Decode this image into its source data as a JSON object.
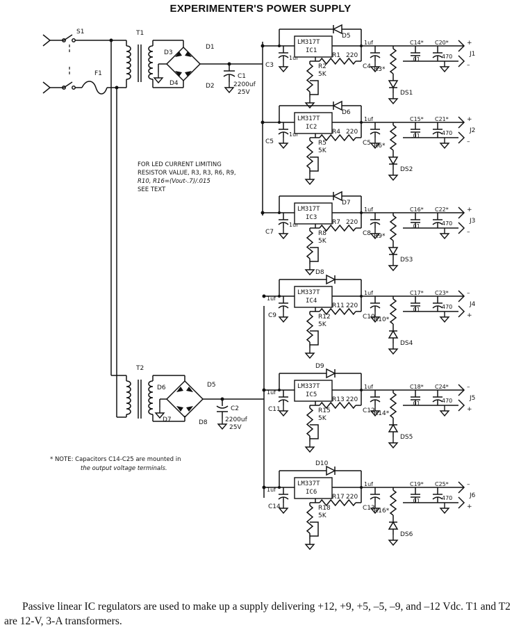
{
  "title": "EXPERIMENTER'S POWER SUPPLY",
  "caption": "Passive linear IC regulators are used to make up a supply delivering +12, +9, +5, –5, –9, and –12 Vdc. T1 and T2 are 12-V, 3-A transformers.",
  "input": {
    "switch": "S1",
    "fuse": "F1"
  },
  "positive_supply": {
    "transformer": "T1",
    "diodes": [
      "D1",
      "D2",
      "D3",
      "D4"
    ],
    "filter_cap": {
      "ref": "C1",
      "value": "2200uf",
      "voltage": "25V"
    }
  },
  "negative_supply": {
    "transformer": "T2",
    "diodes": [
      "D5",
      "D6",
      "D7",
      "D8"
    ],
    "filter_cap": {
      "ref": "C2",
      "value": "2200uf",
      "voltage": "25V"
    }
  },
  "note_led": [
    "FOR LED CURRENT LIMITING",
    "RESISTOR VALUE, R3, R3, R6, R9,",
    "R10, R16=(Vout-.7)/.015",
    "SEE TEXT"
  ],
  "note_caps": [
    "* NOTE: Capacitors C14-C25 are mounted in",
    "the output voltage terminals."
  ],
  "regulators": [
    {
      "part": "LM317T",
      "ref": "IC1",
      "diode": "D5",
      "cin": "C3",
      "cin_val": "1uf",
      "cout": "C4",
      "cout_val": "1uf",
      "r_set": "R1",
      "r_set_val": "220",
      "pot": "R2",
      "pot_val": "5K",
      "r_led": "R3*",
      "led": "DS1",
      "c_a": "C14*",
      "c_a_val": ".01",
      "c_b": "C20*",
      "c_b_val": "470",
      "jack": "J1",
      "top_sign": "+",
      "bot_sign": "–"
    },
    {
      "part": "LM317T",
      "ref": "IC2",
      "diode": "D6",
      "cin": "C5",
      "cin_val": "1uf",
      "cout": "C5",
      "cout_val": "1uf",
      "r_set": "R4",
      "r_set_val": "220",
      "pot": "R5",
      "pot_val": "5K",
      "r_led": "R6*",
      "led": "DS2",
      "c_a": "C15*",
      "c_a_val": ".01",
      "c_b": "C21*",
      "c_b_val": "470",
      "jack": "J2",
      "top_sign": "+",
      "bot_sign": "–"
    },
    {
      "part": "LM317T",
      "ref": "IC3",
      "diode": "D7",
      "cin": "C7",
      "cin_val": "1uf",
      "cout": "C8",
      "cout_val": "1uf",
      "r_set": "R7",
      "r_set_val": "220",
      "pot": "R8",
      "pot_val": "5K",
      "r_led": "R9*",
      "led": "DS3",
      "c_a": "C16*",
      "c_a_val": ".01",
      "c_b": "C22*",
      "c_b_val": "470",
      "jack": "J3",
      "top_sign": "+",
      "bot_sign": "–"
    },
    {
      "part": "LM337T",
      "ref": "IC4",
      "diode": "D8",
      "cin": "C9",
      "cin_val": "1uf",
      "cout": "C10",
      "cout_val": "1uf",
      "r_set": "R11",
      "r_set_val": "220",
      "pot": "R12",
      "pot_val": "5K",
      "r_led": "R10*",
      "led": "DS4",
      "c_a": "C17*",
      "c_a_val": ".01",
      "c_b": "C23*",
      "c_b_val": "470",
      "jack": "J4",
      "top_sign": "–",
      "bot_sign": "+"
    },
    {
      "part": "LM337T",
      "ref": "IC5",
      "diode": "D9",
      "cin": "C11",
      "cin_val": "1uf",
      "cout": "C12",
      "cout_val": "1uf",
      "r_set": "R13",
      "r_set_val": "220",
      "pot": "R15",
      "pot_val": "5K",
      "r_led": "R14*",
      "led": "DS5",
      "c_a": "C18*",
      "c_a_val": ".01",
      "c_b": "C24*",
      "c_b_val": "470",
      "jack": "J5",
      "top_sign": "–",
      "bot_sign": "+"
    },
    {
      "part": "LM337T",
      "ref": "IC6",
      "diode": "D10",
      "cin": "C14",
      "cin_val": "1uf",
      "cout": "C13",
      "cout_val": "1uf",
      "r_set": "R17",
      "r_set_val": "220",
      "pot": "R18",
      "pot_val": "5K",
      "r_led": "R16*",
      "led": "DS6",
      "c_a": "C19*",
      "c_a_val": ".01",
      "c_b": "C25*",
      "c_b_val": "470",
      "jack": "J6",
      "top_sign": "–",
      "bot_sign": "+"
    }
  ]
}
